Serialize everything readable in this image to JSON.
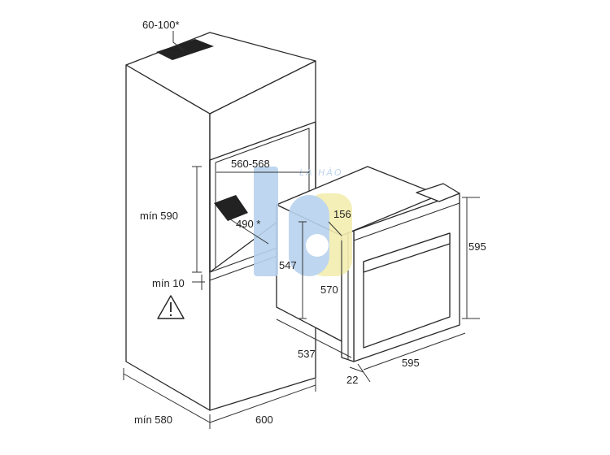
{
  "labels": {
    "vent_top": "60-100*",
    "cavity_width": "560-568",
    "cavity_height_min": "mín 590",
    "cavity_depth": "490 *",
    "gap_min": "mín 10",
    "cabinet_depth_min": "mín 580",
    "cabinet_width": "600",
    "oven_front_height": "595",
    "oven_front_width": "595",
    "oven_panel": "156",
    "oven_body_height": "547",
    "oven_inner_height": "570",
    "oven_depth": "537",
    "oven_front_thickness": "22"
  },
  "watermark": {
    "text": "LA HÀO",
    "colors": {
      "blue": "#b8d2ee",
      "yellow": "#f3eeb0"
    }
  },
  "icons": {
    "warning": "warning-triangle-icon"
  }
}
